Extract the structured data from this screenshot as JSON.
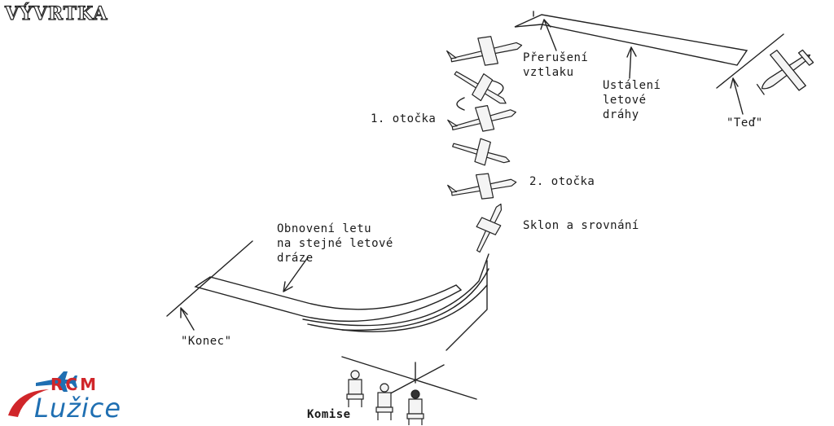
{
  "title": "VÝVRTKA",
  "labels": {
    "preruseni": [
      "Přerušení",
      "vztlaku"
    ],
    "ustaleni": [
      "Ustálení",
      "letové",
      "dráhy"
    ],
    "ted": "\"Teď\"",
    "otocka1": "1. otočka",
    "otocka2": "2. otočka",
    "sklon": "Sklon a srovnání",
    "obnoveni": [
      "Obnovení letu",
      "na stejné letové",
      "dráze"
    ],
    "konec": "\"Konec\"",
    "komise": "Komise"
  },
  "logo": {
    "top": "RCM",
    "main": "Lužice",
    "colors": {
      "blue": "#1f6fb2",
      "red": "#d0262a"
    }
  },
  "colors": {
    "ink": "#1a1a1a",
    "plane_fill": "#f4f4f4"
  }
}
